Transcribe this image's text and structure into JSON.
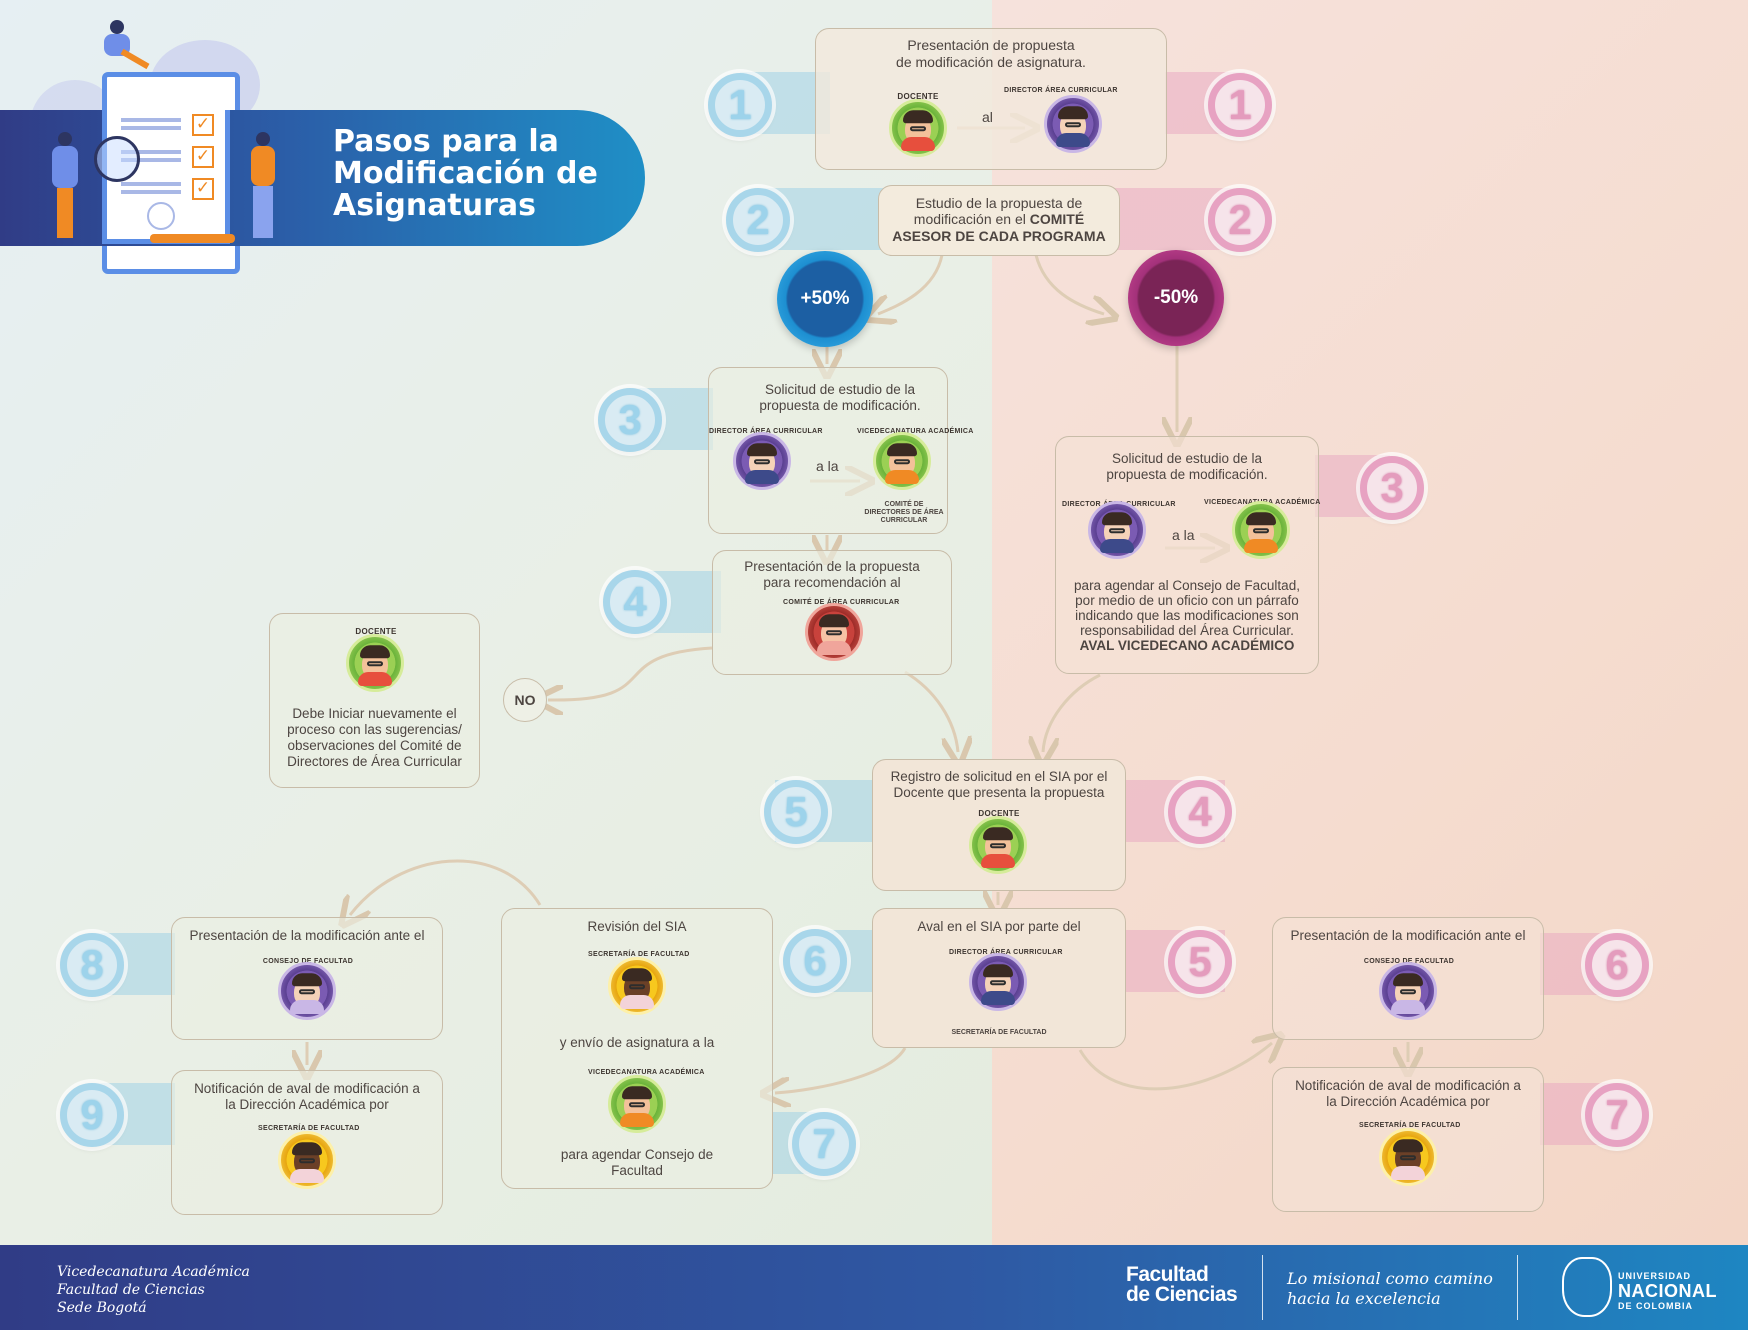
{
  "title": {
    "line1": "Pasos para la",
    "line2": "Modificación de",
    "line3": "Asignaturas"
  },
  "roles": {
    "docente": "DOCENTE",
    "director": "DIRECTOR ÁREA CURRICULAR",
    "vicedecanatura": "VICEDECANATURA ACADÉMICA",
    "comite": "COMITÉ DE ÁREA CURRICULAR",
    "consejo": "CONSEJO DE FACULTAD",
    "secretaria": "SECRETARÍA DE FACULTAD"
  },
  "connectors": {
    "al": "al",
    "a_la": "a la",
    "no": "NO"
  },
  "branches": {
    "plus": "+50%",
    "minus": "-50%"
  },
  "left": {
    "s1": {
      "num": "1",
      "l1": "Presentación de propuesta",
      "l2": "de modificación de asignatura."
    },
    "s2": {
      "num": "2",
      "l1": "Estudio de la propuesta de",
      "l2a": "modificación en el ",
      "l2b": "COMITÉ",
      "l3": "ASESOR DE CADA PROGRAMA"
    },
    "s3": {
      "num": "3",
      "l1": "Solicitud de estudio de la",
      "l2": "propuesta de modificación.",
      "sub1": "COMITÉ DE",
      "sub2": "DIRECTORES DE ÁREA",
      "sub3": "CURRICULAR"
    },
    "s4": {
      "num": "4",
      "l1": "Presentación de  la propuesta",
      "l2": "para recomendación al"
    },
    "no_box": {
      "l1": "Debe Iniciar nuevamente el",
      "l2": "proceso con las sugerencias/",
      "l3": "observaciones del Comité de",
      "l4": "Directores de Área Curricular"
    },
    "s5": {
      "num": "5",
      "l1": "Registro de solicitud en el SIA por el",
      "l2": "Docente que presenta la propuesta"
    },
    "s6": {
      "num": "6",
      "l1": "Aval en el SIA por parte del",
      "sub": "SECRETARÍA DE FACULTAD"
    },
    "s7": {
      "num": "7",
      "l1": "Revisión del SIA",
      "l2": "y envío de asignatura a la",
      "l3": "para agendar Consejo de",
      "l4": "Facultad"
    },
    "s8": {
      "num": "8",
      "l1": "Presentación de la modificación ante el"
    },
    "s9": {
      "num": "9",
      "l1": "Notificación de aval de modificación a",
      "l2": "la Dirección Académica por"
    }
  },
  "right": {
    "r1": {
      "num": "1"
    },
    "r2": {
      "num": "2"
    },
    "r3": {
      "num": "3",
      "l1": "Solicitud de estudio de la",
      "l2": "propuesta de modificación.",
      "p1": "para agendar al Consejo de Facultad,",
      "p2": "por medio de un oficio con un párrafo",
      "p3": "indicando que las modificaciones son",
      "p4": "responsabilidad del Área Curricular.",
      "p5": "AVAL VICEDECANO ACADÉMICO"
    },
    "r4": {
      "num": "4"
    },
    "r5": {
      "num": "5"
    },
    "r6": {
      "num": "6",
      "l1": "Presentación de la modificación ante el"
    },
    "r7": {
      "num": "7",
      "l1": "Notificación de aval de modificación a",
      "l2": "la Dirección Académica por"
    }
  },
  "footer": {
    "left1": "Vicedecanatura Académica",
    "left2": "Facultad de Ciencias",
    "left3": "Sede Bogotá",
    "brand1": "Facultad",
    "brand2": "de Ciencias",
    "slogan1": "Lo misional como camino",
    "slogan2": "hacia la excelencia",
    "uni1": "UNIVERSIDAD",
    "uni2": "NACIONAL",
    "uni3": "DE COLOMBIA"
  },
  "colors": {
    "blue_accent": "#1f8fc6",
    "pink_accent": "#a3317a",
    "navy": "#303c86"
  }
}
